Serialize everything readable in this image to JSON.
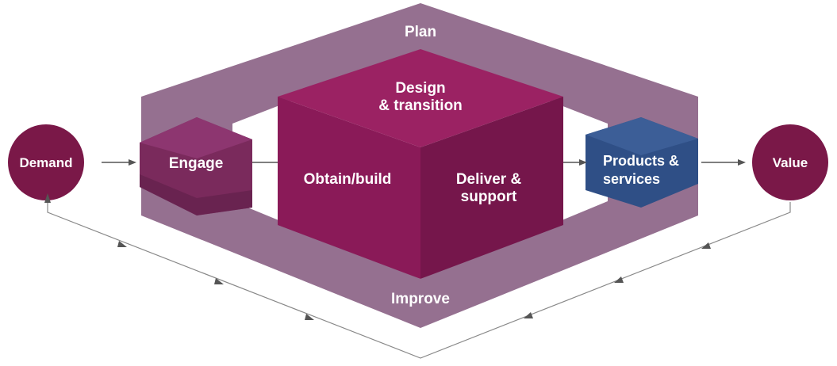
{
  "diagram": {
    "plan_label": "Plan",
    "improve_label": "Improve",
    "design_line1": "Design",
    "design_line2": "& transition",
    "obtain_label": "Obtain/build",
    "deliver_line1": "Deliver &",
    "deliver_line2": "support",
    "engage_label": "Engage",
    "products_line1": "Products &",
    "products_line2": "services",
    "demand_label": "Demand",
    "value_label": "Value"
  },
  "colors": {
    "plan_frame": "#957090",
    "cube_front": "#8a1a58",
    "cube_top": "#9b2263",
    "cube_right": "#75164b",
    "engage": "#7a2a5c",
    "products": "#2f4f86",
    "circle": "#7a1848",
    "arrow": "#555555"
  }
}
